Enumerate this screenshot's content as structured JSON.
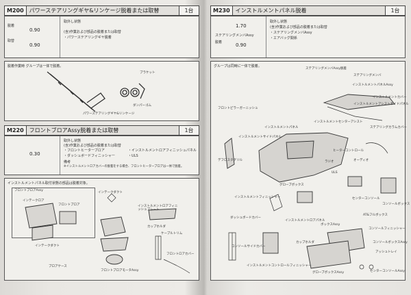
{
  "left": {
    "m200": {
      "code": "M200",
      "title": "パワーステアリングギヤ&リンケージ脱着または取替",
      "qty": "1台",
      "rows": [
        {
          "label": "脱着",
          "value": "0.90"
        },
        {
          "label": "取替",
          "value": "0.90"
        }
      ],
      "notes": [
        "取外し状態",
        "(含)作業および部品の脱着または取替",
        "・パワーステアリングギヤ脱着"
      ],
      "caption": "脱着作業時 グループは一体で脱着。",
      "parts": [
        "ブラケット",
        "ダンパーゴム",
        "パワーステアリングギヤ&リンケージ"
      ]
    },
    "m220": {
      "code": "M220",
      "title": "フロントブロアAssy脱着または取替",
      "qty": "1台",
      "rows": [
        {
          "label": "",
          "value": "0.30"
        }
      ],
      "notes": [
        "取外し状態",
        "(含)作業および部品の脱着または取替",
        "・フロントヒーターブロア",
        "・インストルメントロアフィニッシュパネル",
        "・ダッシュボードフィニッシャー",
        "・ULS",
        "備考",
        "※インストルメントロアカバーの脱着をする場合、フロントヒーターブロアは一体で脱着。"
      ],
      "caption": "インストルメントパネル取付状態の部品は脱着対象。",
      "parts": [
        "フロントブロアAssy",
        "インテークダクト",
        "インテークロア",
        "フロントブロア",
        "インストルメントロアフィニッシュプレート",
        "ケーブルトリム",
        "カップホルダ",
        "インテークダクト",
        "ブロアケース",
        "フロントブロアモータAssy",
        "フロントロアカバー"
      ]
    }
  },
  "right": {
    "m230": {
      "code": "M230",
      "title": "インストルメントパネル脱着",
      "qty": "1台",
      "rows": [
        {
          "label": "",
          "value": "1.70"
        },
        {
          "label": "ステアリングメンバAssy",
          "value": ""
        },
        {
          "label": "脱着",
          "value": "0.90"
        }
      ],
      "notes": [
        "取外し状態",
        "(含)作業および部品の脱着または取替",
        "・ステアリングメンバAssy",
        "・エアバッグ関係"
      ],
      "caption": "グループは同時に一体で脱着。",
      "parts": [
        "ステアリングメンバAssy脱着",
        "ステアリングメンバ",
        "インストルメントパネルAssy",
        "インストルメントカバー",
        "インストルメントアシストサイドパネル",
        "インストルメントセンターアシスト",
        "ステアリングカラムカバー",
        "フロントピラーガーニッシュ",
        "インストルメントパネル",
        "インストルメントサイドパネル",
        "ヒーターコントロール",
        "ラジオ",
        "デフロスタグリル",
        "オーディオ",
        "グローブボックス",
        "センターコンソール",
        "インストルメントフィニッシャー",
        "ULS",
        "AT&フルボックス",
        "コンソールボックス",
        "コンソールフィニッシャー",
        "コンソールボックスAssy",
        "カップホルダ",
        "アッシュトレイ",
        "インストルメントロアパネル",
        "ボックスAssy",
        "センターコンソールAssy",
        "コンソールサイドカバー",
        "ダッシュボードカバー",
        "インストルメントコントロールフィニッシャー",
        "グローブボックスAssy"
      ]
    }
  }
}
